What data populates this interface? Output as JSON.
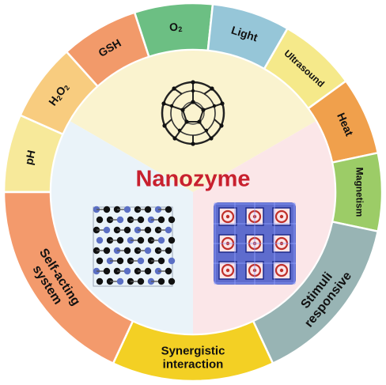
{
  "center_title": "Nanozyme",
  "title_color": "#c8202e",
  "outer_ring": [
    {
      "label": "pH",
      "color": "#f7e99a"
    },
    {
      "label": "H2O2",
      "color": "#f8cc7f"
    },
    {
      "label": "GSH",
      "color": "#f29a6a"
    },
    {
      "label": "O2",
      "color": "#6cbf83"
    },
    {
      "label": "Light",
      "color": "#96c6d8"
    },
    {
      "label": "Ultrasound",
      "color": "#f5e98a"
    },
    {
      "label": "Heat",
      "color": "#f0a04c"
    },
    {
      "label": "Magnetism",
      "color": "#9ccc67"
    },
    {
      "label": "Stimuli responsive",
      "color": "#98b4b4"
    },
    {
      "label": "Synergistic interaction",
      "color": "#f3d024"
    },
    {
      "label": "Self-acting system",
      "color": "#f39a6c"
    }
  ],
  "inner_sectors": [
    {
      "name": "fullerene",
      "color": "#faf3cf"
    },
    {
      "name": "stimuli-framework",
      "color": "#fbe6e8"
    },
    {
      "name": "lattice",
      "color": "#eaf3f9"
    }
  ],
  "icons": {
    "top": "fullerene-molecule-icon",
    "left": "atomic-lattice-icon",
    "right": "porous-framework-icon"
  }
}
